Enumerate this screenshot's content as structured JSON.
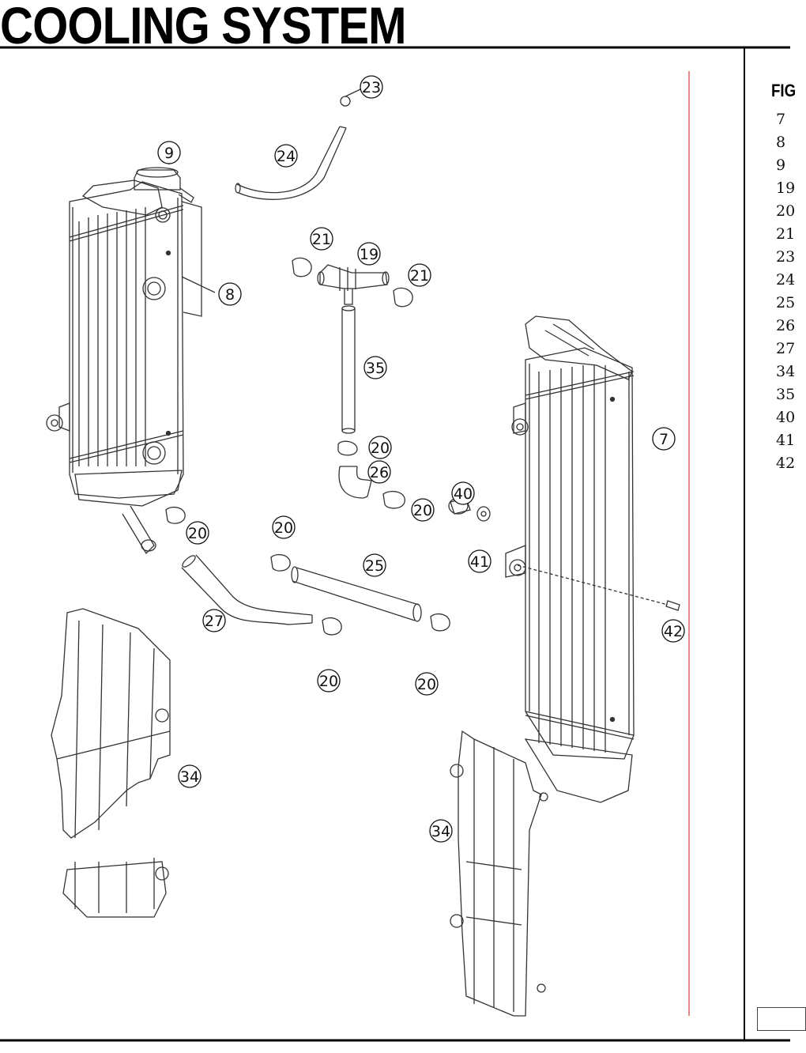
{
  "page": {
    "title": "COOLING SYSTEM"
  },
  "callouts": [
    {
      "id": "c23",
      "label": "23"
    },
    {
      "id": "c24",
      "label": "24"
    },
    {
      "id": "c9",
      "label": "9"
    },
    {
      "id": "c8",
      "label": "8"
    },
    {
      "id": "c21a",
      "label": "21"
    },
    {
      "id": "c19",
      "label": "19"
    },
    {
      "id": "c21b",
      "label": "21"
    },
    {
      "id": "c35",
      "label": "35"
    },
    {
      "id": "c20a",
      "label": "20"
    },
    {
      "id": "c26",
      "label": "26"
    },
    {
      "id": "c20b",
      "label": "20"
    },
    {
      "id": "c40",
      "label": "40"
    },
    {
      "id": "c41",
      "label": "41"
    },
    {
      "id": "c7",
      "label": "7"
    },
    {
      "id": "c42",
      "label": "42"
    },
    {
      "id": "c20c",
      "label": "20"
    },
    {
      "id": "c20d",
      "label": "20"
    },
    {
      "id": "c25",
      "label": "25"
    },
    {
      "id": "c27",
      "label": "27"
    },
    {
      "id": "c20e",
      "label": "20"
    },
    {
      "id": "c20f",
      "label": "20"
    },
    {
      "id": "c34a",
      "label": "34"
    },
    {
      "id": "c34b",
      "label": "34"
    }
  ],
  "legend": {
    "heading": "FIG",
    "items": [
      "7",
      "8",
      "9",
      "19",
      "20",
      "21",
      "23",
      "24",
      "25",
      "26",
      "27",
      "34",
      "35",
      "40",
      "41",
      "42"
    ]
  },
  "colors": {
    "line": "#333333",
    "divider_red": "#e06060",
    "callout_fill": "#ffffff"
  }
}
